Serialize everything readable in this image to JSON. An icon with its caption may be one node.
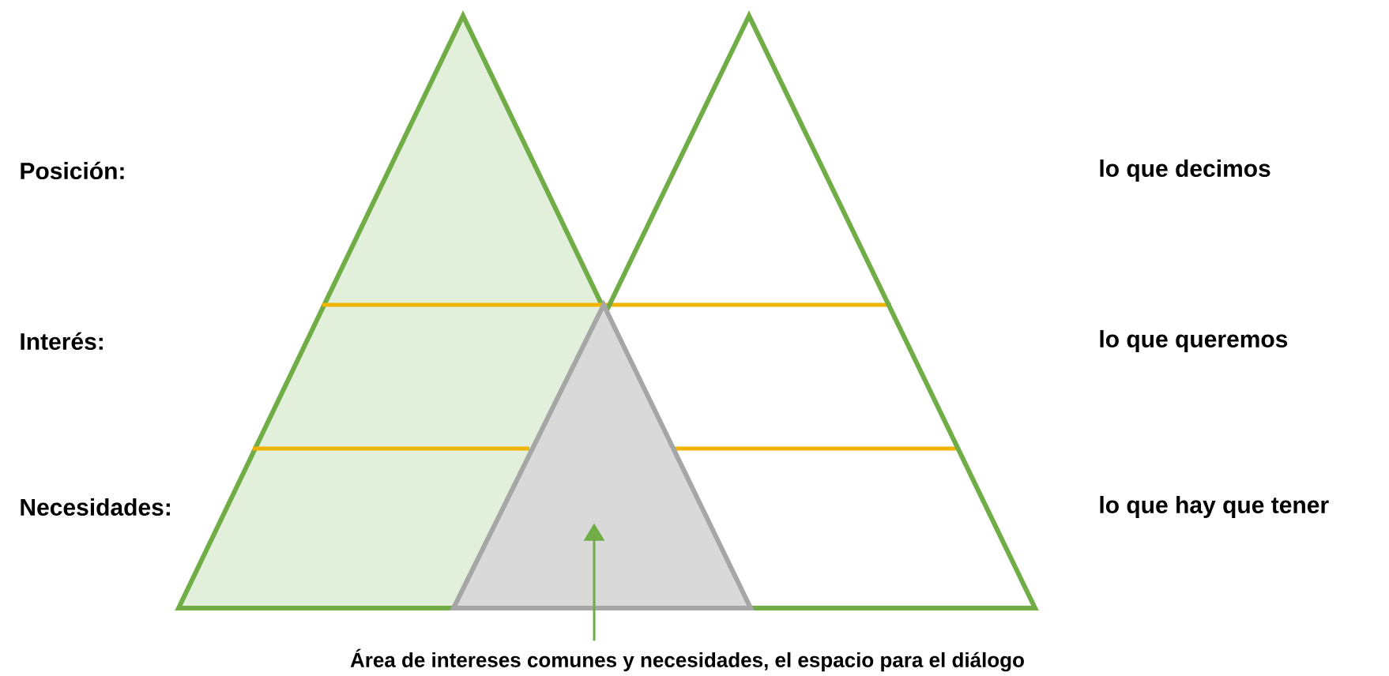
{
  "diagram": {
    "nodes": [
      {
        "text": [],
        "shape": "triangle"
      },
      {
        "text": [
          "Área de intereses comunes y necesidades, el espacio para el diálogo"
        ]
      }
    ],
    "edges": [
      {
        "from": 1,
        "to": 0,
        "arrow": "to",
        "color": "#70ad47"
      }
    ],
    "labels": [
      "Posición:",
      "lo que decimos",
      "Interés:",
      "lo que queremos",
      "Necesidades:",
      "lo que hay que tener"
    ]
  }
}
